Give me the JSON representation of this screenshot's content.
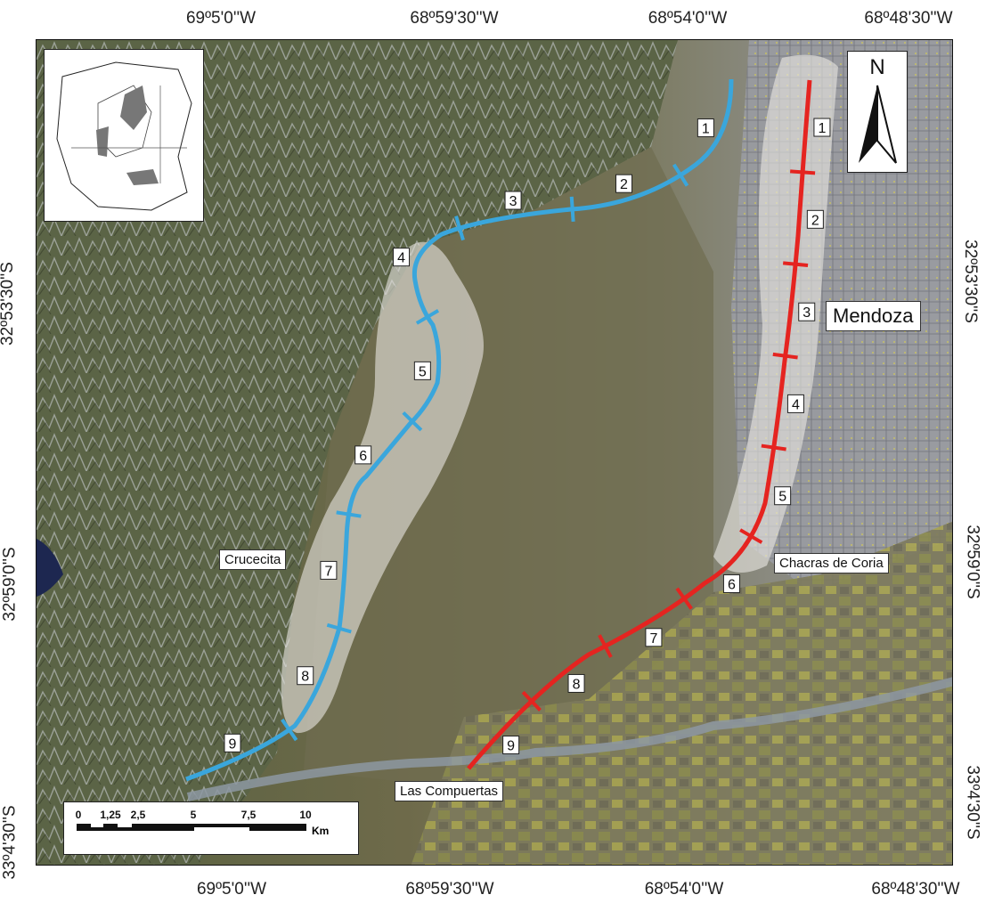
{
  "coordinates": {
    "top_ticks": [
      "69º5'0''W",
      "68º59'30''W",
      "68º54'0''W",
      "68º48'30''W"
    ],
    "bottom_ticks": [
      "69º5'0''W",
      "68º59'30''W",
      "68º54'0''W",
      "68º48'30''W"
    ],
    "left_ticks": [
      "32º53'30''S",
      "32º59'0''S",
      "33º4'30''S"
    ],
    "right_ticks": [
      "32º53'30''S",
      "32º59'0''S",
      "33º4'30''S"
    ]
  },
  "places": {
    "mendoza": "Mendoza",
    "crucecita": "Crucecita",
    "chacras": "Chacras de Coria",
    "compuertas": "Las Compuertas"
  },
  "north_label": "N",
  "scale": {
    "ticks": [
      "0",
      "1,25",
      "2,5",
      "5",
      "7,5",
      "10"
    ],
    "unit": "Km"
  },
  "blue_route": {
    "color": "#3aa6dc",
    "segment_labels": [
      "1",
      "2",
      "3",
      "4",
      "5",
      "6",
      "7",
      "8",
      "9"
    ]
  },
  "red_route": {
    "color": "#e52420",
    "segment_labels": [
      "1",
      "2",
      "3",
      "4",
      "5",
      "6",
      "7",
      "8",
      "9"
    ]
  }
}
